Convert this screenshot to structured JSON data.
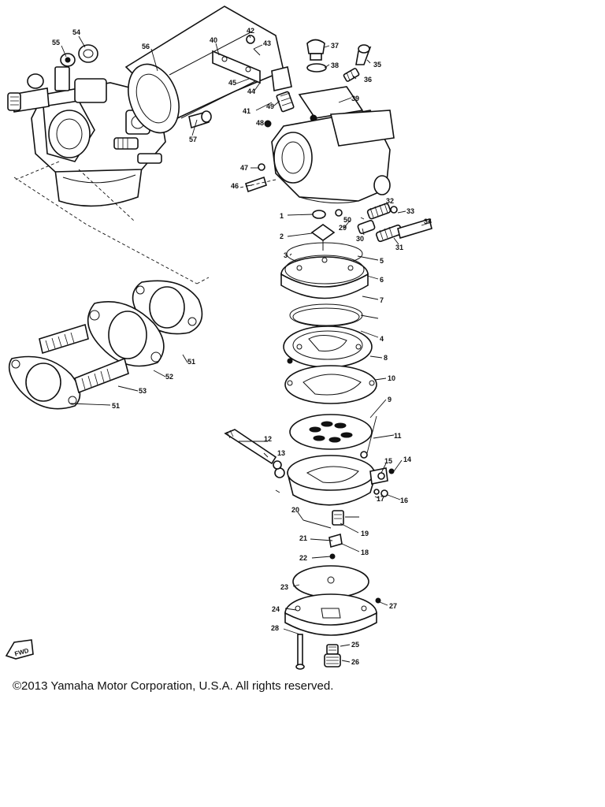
{
  "diagram": {
    "callouts": [
      "1",
      "2",
      "3",
      "4",
      "5",
      "6",
      "7",
      "8",
      "9",
      "10",
      "11",
      "12",
      "13",
      "14",
      "15",
      "16",
      "17",
      "18",
      "19",
      "20",
      "21",
      "22",
      "23",
      "24",
      "25",
      "26",
      "27",
      "28",
      "29",
      "30",
      "31",
      "32",
      "33",
      "34",
      "35",
      "36",
      "37",
      "38",
      "39",
      "40",
      "41",
      "42",
      "43",
      "44",
      "45",
      "46",
      "47",
      "48",
      "49",
      "50",
      "51",
      "52",
      "53",
      "54",
      "55",
      "56",
      "57"
    ],
    "badge": "FWD"
  },
  "footer": {
    "copyright": "©2013 Yamaha Motor Corporation, U.S.A. All rights reserved."
  }
}
